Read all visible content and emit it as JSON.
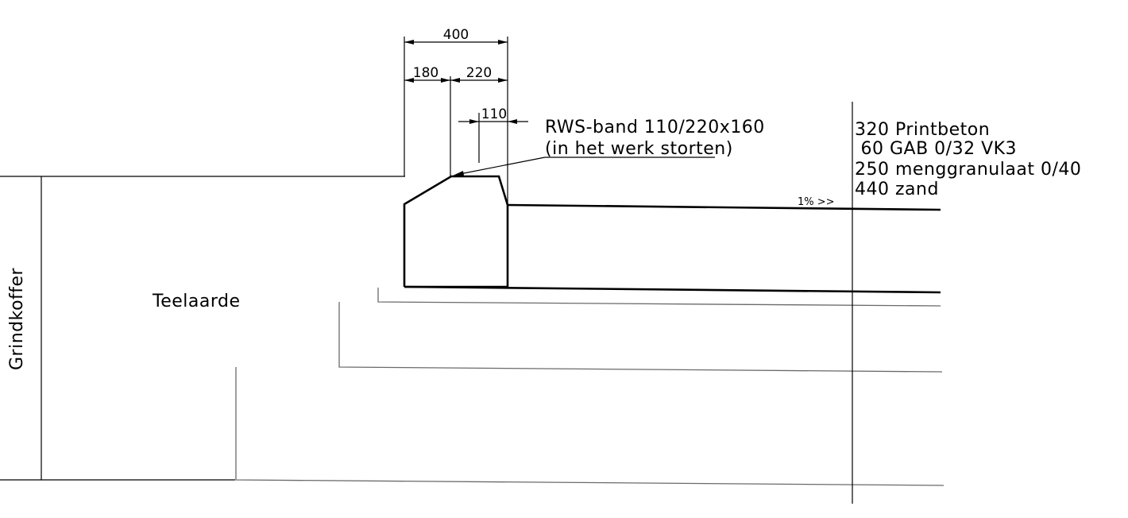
{
  "labels": {
    "dim_total": "400",
    "dim_left": "180",
    "dim_right": "220",
    "dim_top": "110",
    "kerb_name": "RWS-band 110/220x160",
    "kerb_note": "(in het werk storten)",
    "slope": "1% >>",
    "teelaarde": "Teelaarde",
    "grindkoffer": "Grindkoffer"
  },
  "layers": [
    {
      "thickness": "320",
      "material": "Printbeton"
    },
    {
      "thickness": " 60",
      "material": "GAB 0/32 VK3"
    },
    {
      "thickness": "250",
      "material": "menggranulaat 0/40"
    },
    {
      "thickness": "440",
      "material": "zand"
    }
  ]
}
